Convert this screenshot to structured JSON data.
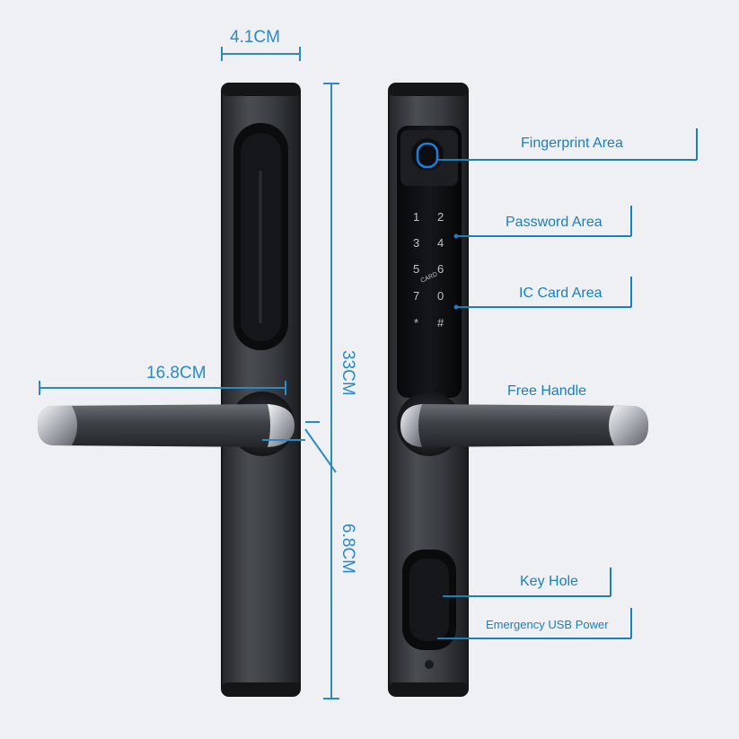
{
  "dimensions": {
    "width": "4.1CM",
    "height": "33CM",
    "handle_length": "16.8CM",
    "handle_to_bottom": "6.8CM"
  },
  "features": {
    "fingerprint": "Fingerprint Area",
    "password": "Password Area",
    "ic_card": "IC Card Area",
    "handle": "Free Handle",
    "key_hole": "Key Hole",
    "usb": "Emergency USB Power"
  },
  "keypad": {
    "keys": [
      "1",
      "2",
      "3",
      "4",
      "5",
      "6",
      "7",
      "0",
      "*",
      "#"
    ],
    "card_mark": "CARD"
  },
  "colors": {
    "accent": "#1a7fbf",
    "body": "#2e3034",
    "glass": "#0c0d10",
    "background": "#eef0f3"
  }
}
